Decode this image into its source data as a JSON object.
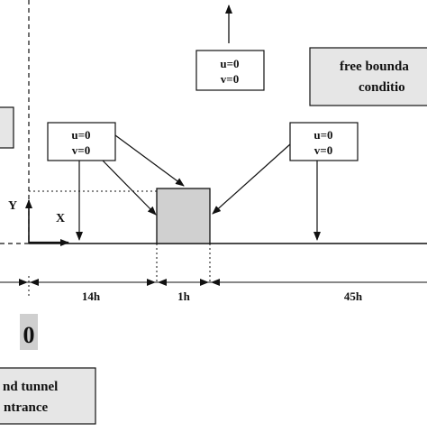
{
  "boxes": {
    "top": {
      "line1": "u=0",
      "line2": "v=0"
    },
    "left": {
      "line1": "u=0",
      "line2": "v=0"
    },
    "right": {
      "line1": "u=0",
      "line2": "v=0"
    },
    "free": {
      "line1": "free bounda",
      "line2": "conditio"
    },
    "tunnel": {
      "line1": "nd tunnel",
      "line2": "ntrance"
    }
  },
  "axes": {
    "y_label": "Y",
    "x_label": "X"
  },
  "dimensions": {
    "d1": "14h",
    "d2": "1h",
    "d3": "45h"
  },
  "origin_marker": "0",
  "colors": {
    "block_fill": "#d0d0d0",
    "free_box_fill": "#e6e6e6",
    "zero_bg": "#cfcfcf"
  }
}
